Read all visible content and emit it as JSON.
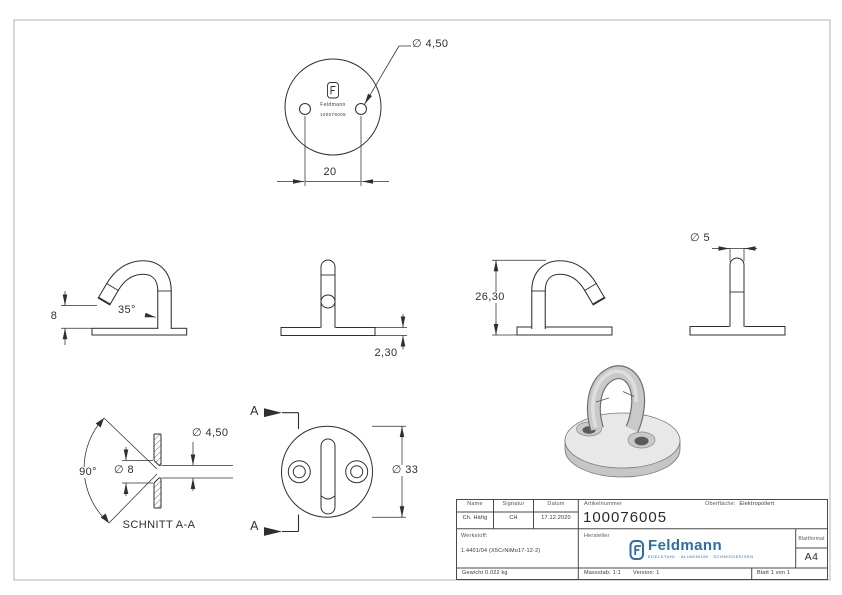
{
  "colors": {
    "line": "#2f2f2f",
    "logo_blue": "#2d6da8"
  },
  "views": {
    "top": {
      "engraving_brand": "Feldmann",
      "engraving_number": "100076005",
      "hole_diameter": "∅ 4,50",
      "hole_spacing": "20"
    },
    "side_left": {
      "tip_height": "8",
      "cut_angle": "35°"
    },
    "front": {
      "plate_thickness": "2,30"
    },
    "side_right": {
      "total_height": "26,30"
    },
    "stud": {
      "rod_diameter": "∅ 5"
    },
    "section": {
      "label": "SCHNITT A-A",
      "countersink_angle": "90°",
      "countersink_diameter": "∅ 8",
      "hole_diameter": "∅ 4,50"
    },
    "plan": {
      "plate_diameter": "∅ 33",
      "section_marker": "A"
    }
  },
  "title_block": {
    "name_label": "Name",
    "name_value": "Ch. Häfig",
    "signature_label": "Signatur",
    "signature_value": "CH",
    "date_label": "Datum",
    "date_value": "17.12.2020",
    "article_label": "Artikelnummer",
    "article_value": "100076005",
    "surface_label": "Oberfläche:",
    "surface_value": "Elektropoliert",
    "material_label": "Werkstoff:",
    "material_value": "1.4401/04 (X5CrNiMo17-12-2)",
    "manufacturer_label": "Hersteller",
    "brand": "Feldmann",
    "brand_tagline": "EDELSTAHL · ALUMINIUM · SCHMIEDEEISEN",
    "format_label": "Blattformat",
    "format_value": "A4",
    "weight": "Gewicht 0.022 kg",
    "scale": "Massstab: 1:1",
    "version": "Version: 1",
    "sheet": "Blatt 1 von 1"
  }
}
